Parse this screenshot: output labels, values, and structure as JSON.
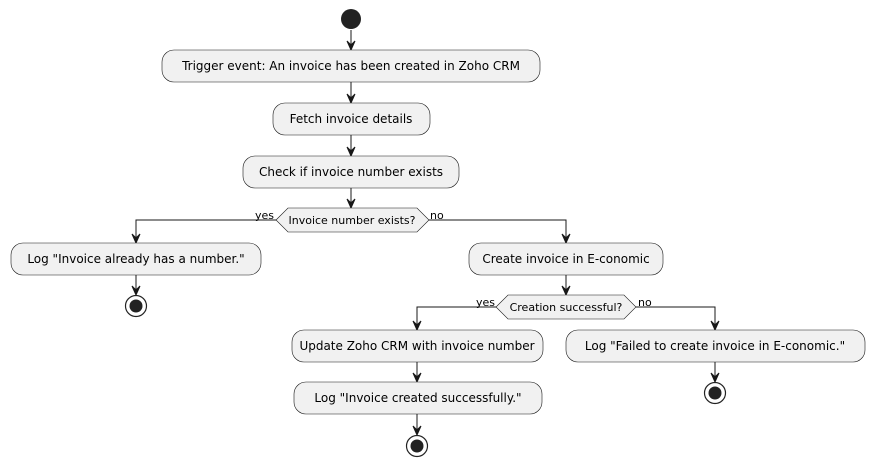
{
  "diagram": {
    "actions": {
      "trigger": "Trigger event: An invoice has been created in Zoho CRM",
      "fetch": "Fetch invoice details",
      "check": "Check if invoice number exists",
      "log_has_number": "Log \"Invoice already has a number.\"",
      "create_invoice": "Create invoice in E-conomic",
      "update_crm": "Update Zoho CRM with invoice number",
      "log_created": "Log \"Invoice created successfully.\"",
      "log_failed": "Log \"Failed to create invoice in E-conomic.\""
    },
    "decisions": {
      "number_exists": "Invoice number exists?",
      "creation_successful": "Creation successful?"
    },
    "branches": {
      "number_exists_yes": "yes",
      "number_exists_no": "no",
      "creation_yes": "yes",
      "creation_no": "no"
    },
    "colors": {
      "node_fill": "#f1f1f1",
      "stroke": "#181818",
      "start_fill": "#222222"
    }
  }
}
